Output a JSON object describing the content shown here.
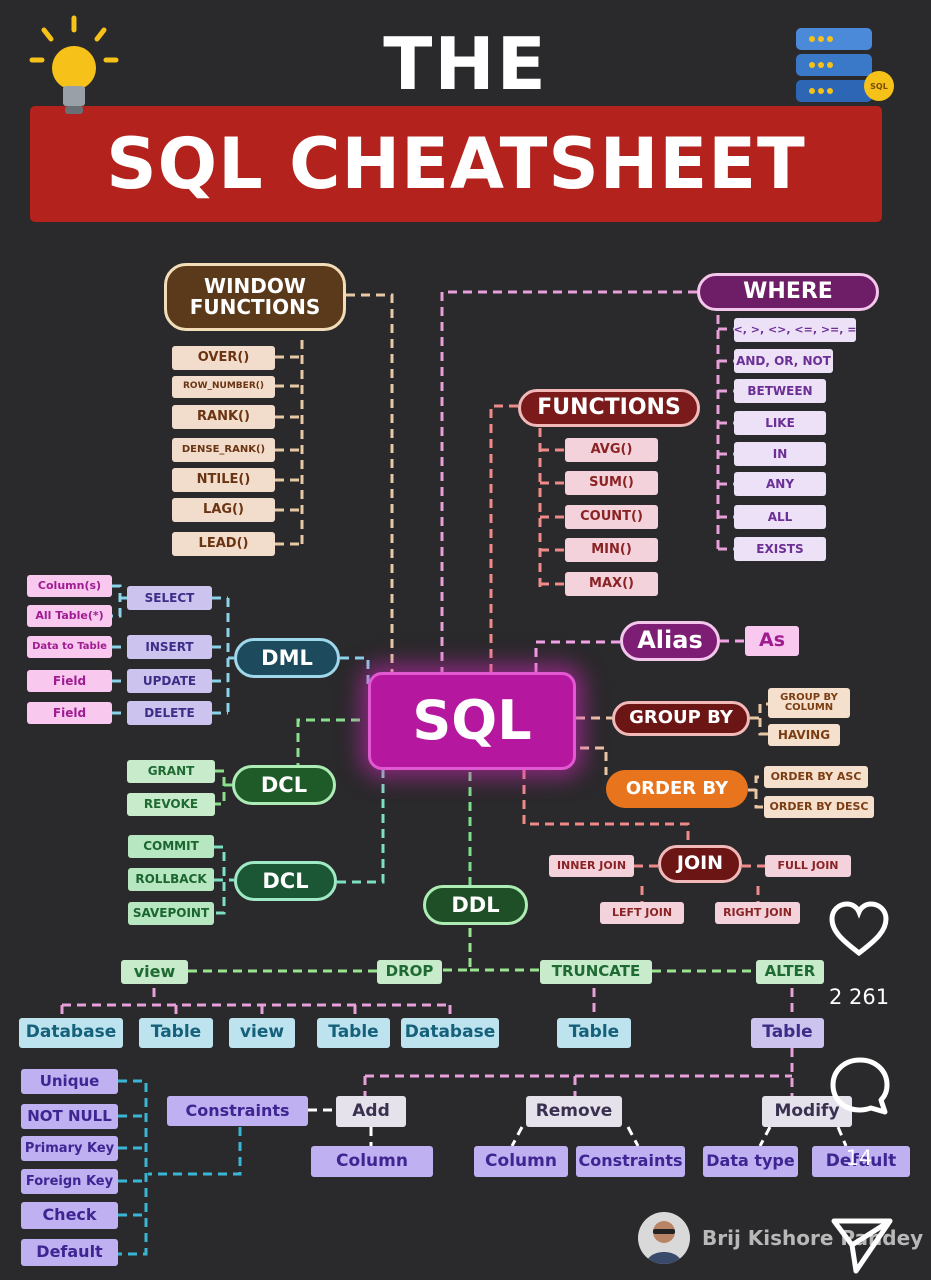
{
  "title": {
    "line1": "THE",
    "line2": "SQL CHEATSHEET"
  },
  "icons": {
    "bulb": "light-bulb-icon",
    "db": "database-stack-icon",
    "db_badge": "SQL"
  },
  "center": "SQL",
  "window_functions": {
    "title": "WINDOW FUNCTIONS",
    "items": [
      "OVER()",
      "ROW_NUMBER()",
      "RANK()",
      "DENSE_RANK()",
      "NTILE()",
      "LAG()",
      "LEAD()"
    ]
  },
  "functions": {
    "title": "FUNCTIONS",
    "items": [
      "AVG()",
      "SUM()",
      "COUNT()",
      "MIN()",
      "MAX()"
    ]
  },
  "where": {
    "title": "WHERE",
    "items": [
      "<, >, <>, <=, >=, =",
      "AND, OR, NOT",
      "BETWEEN",
      "LIKE",
      "IN",
      "ANY",
      "ALL",
      "EXISTS"
    ]
  },
  "dml": {
    "title": "DML",
    "commands": [
      "SELECT",
      "INSERT",
      "UPDATE",
      "DELETE"
    ],
    "targets": [
      "Column(s)",
      "All Table(*)",
      "Data to Table",
      "Field",
      "Field"
    ]
  },
  "dcl1": {
    "title": "DCL",
    "items": [
      "GRANT",
      "REVOKE"
    ]
  },
  "dcl2": {
    "title": "DCL",
    "items": [
      "COMMIT",
      "ROLLBACK",
      "SAVEPOINT"
    ]
  },
  "alias": {
    "title": "Alias",
    "value": "As"
  },
  "group_by": {
    "title": "GROUP BY",
    "items": [
      "GROUP BY COLUMN",
      "HAVING"
    ]
  },
  "order_by": {
    "title": "ORDER BY",
    "items": [
      "ORDER BY ASC",
      "ORDER BY DESC"
    ]
  },
  "join": {
    "title": "JOIN",
    "items": [
      "INNER JOIN",
      "FULL JOIN",
      "LEFT JOIN",
      "RIGHT JOIN"
    ]
  },
  "ddl": {
    "title": "DDL",
    "create_label": "view",
    "drop": "DROP",
    "truncate": "TRUNCATE",
    "alter": "ALTER",
    "create_objects": [
      "Database",
      "Table",
      "view"
    ],
    "drop_objects": [
      "Table",
      "Database"
    ],
    "truncate_object": "Table",
    "alter_object": "Table",
    "constraints_label": "Constraints",
    "constraints": [
      "Unique",
      "NOT NULL",
      "Primary Key",
      "Foreign Key",
      "Check",
      "Default"
    ],
    "alter_actions": [
      "Add",
      "Remove",
      "Modify"
    ],
    "add_items": [
      "Column"
    ],
    "remove_items": [
      "Column",
      "Constraints"
    ],
    "modify_items": [
      "Data type",
      "Default"
    ]
  },
  "author": "Brij Kishore Pandey",
  "social": {
    "likes": "2 261",
    "comments": "14"
  },
  "colors": {
    "background": "#2a292b",
    "title_banner": "#b3221c",
    "center": "#b5179e",
    "window": "#5a3a1a",
    "functions": "#7a1a1a",
    "where": "#6e1e66",
    "dml": "#1e4a5e",
    "dcl": "#1f5b28",
    "order_by": "#e8751e",
    "join": "#6b1515"
  }
}
